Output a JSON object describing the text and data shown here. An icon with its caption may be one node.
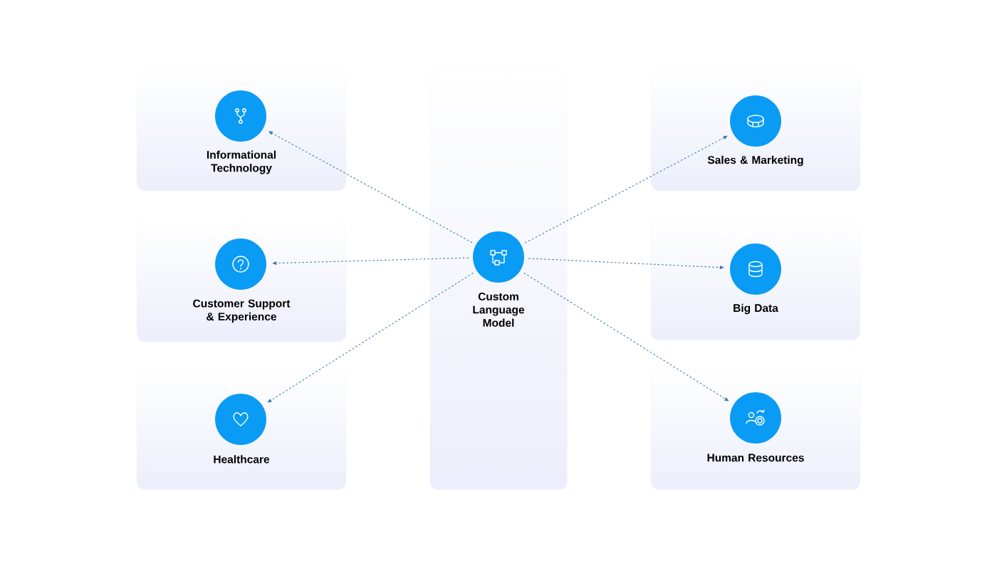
{
  "diagram": {
    "nodes": [
      {
        "text": [
          "Informational Technology"
        ]
      },
      {
        "text": [],
        "shape": "circle",
        "in": 0
      },
      {
        "text": [
          "Customer Support & Experience"
        ]
      },
      {
        "text": [],
        "shape": "circle",
        "in": 2
      },
      {
        "text": [
          "Healthcare"
        ]
      },
      {
        "text": [],
        "shape": "circle",
        "in": 4
      },
      {
        "text": [
          "Custom Language Model"
        ]
      },
      {
        "text": [],
        "shape": "circle",
        "in": 6
      },
      {
        "text": [
          "Sales & Marketing"
        ]
      },
      {
        "text": [],
        "shape": "circle",
        "in": 8
      },
      {
        "text": [
          "Big Data"
        ]
      },
      {
        "text": [],
        "shape": "circle",
        "in": 10
      },
      {
        "text": [
          "Human Resources"
        ]
      },
      {
        "text": [],
        "shape": "circle",
        "in": 12
      }
    ],
    "edges": [
      {
        "from": 7,
        "to": 1,
        "arrow": "to",
        "style": "dashed"
      },
      {
        "from": 7,
        "to": 3,
        "arrow": "to",
        "style": "dashed"
      },
      {
        "from": 7,
        "to": 5,
        "arrow": "to",
        "style": "dashed"
      },
      {
        "from": 7,
        "to": 9,
        "arrow": "to",
        "style": "dashed"
      },
      {
        "from": 7,
        "to": 11,
        "arrow": "to",
        "style": "dashed"
      },
      {
        "from": 7,
        "to": 13,
        "arrow": "to",
        "style": "dashed"
      }
    ]
  }
}
